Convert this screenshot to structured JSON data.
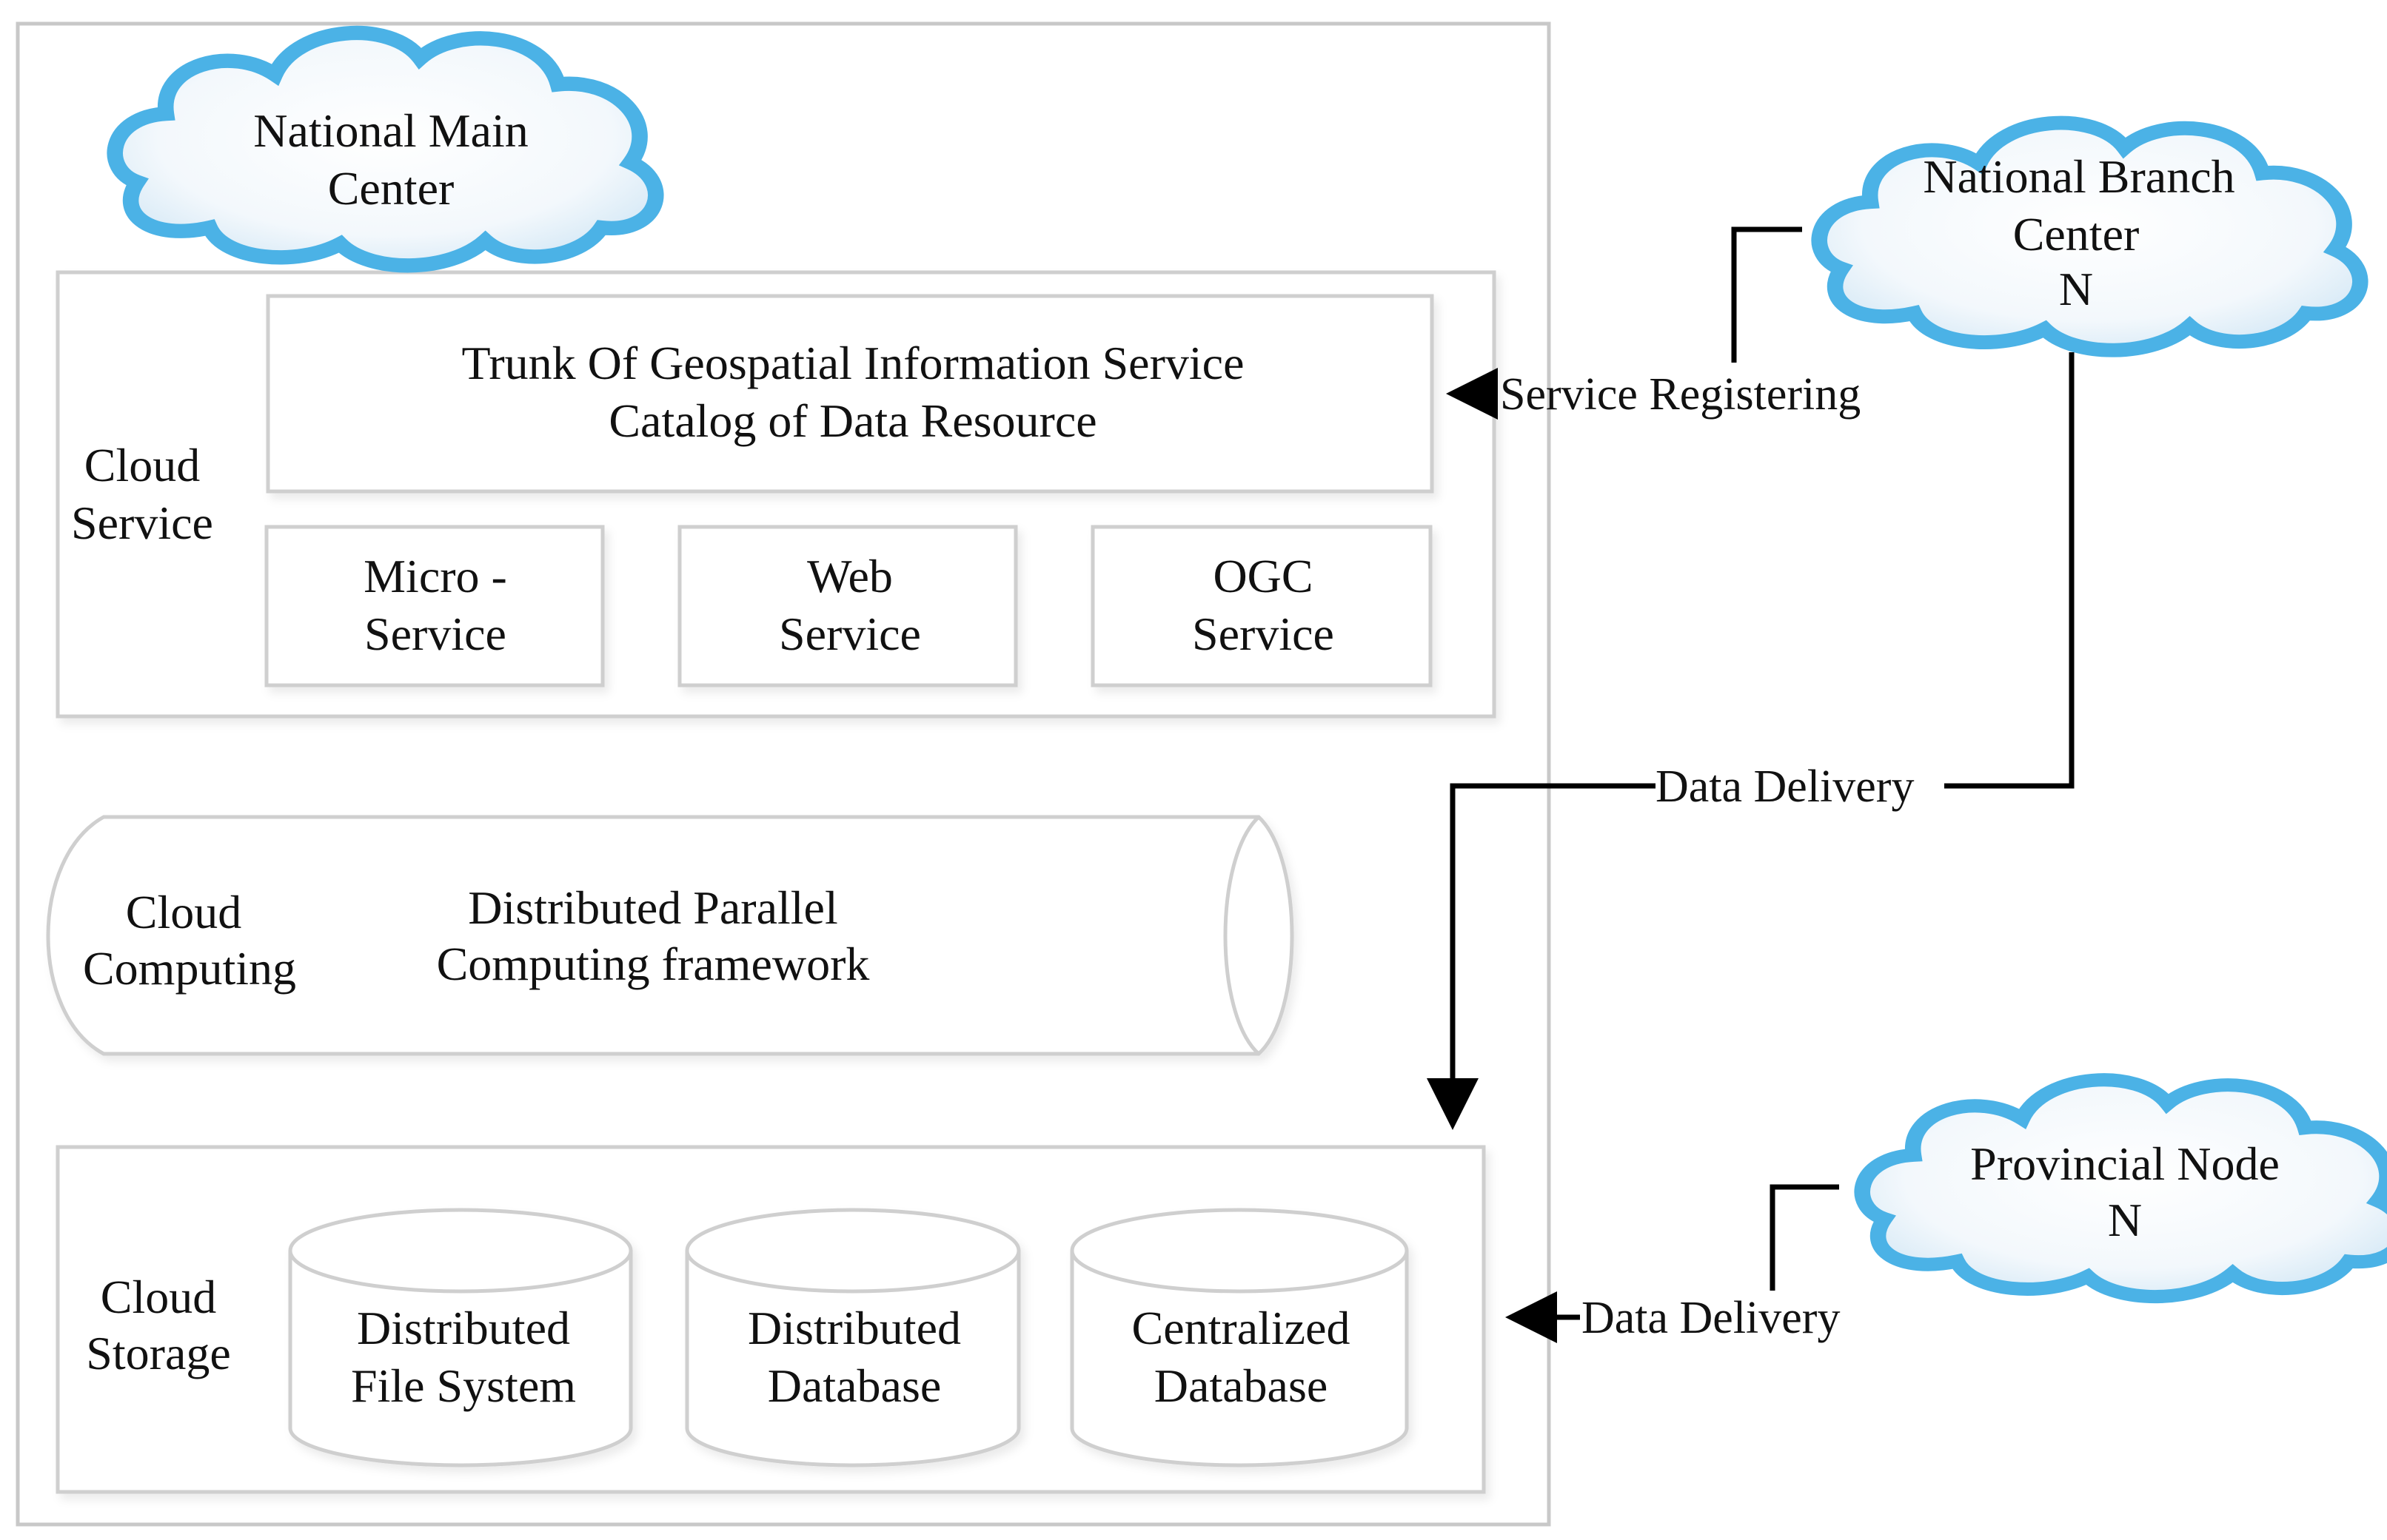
{
  "clouds": {
    "national_main": {
      "line1": "National Main",
      "line2": "Center"
    },
    "national_branch": {
      "line1": "National Branch",
      "line2": "Center",
      "line3": "N"
    },
    "provincial": {
      "line1": "Provincial Node",
      "line2": "N"
    }
  },
  "cloud_service": {
    "label_line1": "Cloud",
    "label_line2": "Service",
    "trunk_line1": "Trunk Of Geospatial Information Service",
    "trunk_line2": "Catalog of Data Resource",
    "services": [
      {
        "line1": "Micro -",
        "line2": "Service"
      },
      {
        "line1": "Web",
        "line2": "Service"
      },
      {
        "line1": "OGC",
        "line2": "Service"
      }
    ]
  },
  "cloud_computing": {
    "label_line1": "Cloud",
    "label_line2": "Computing",
    "framework_line1": "Distributed Parallel",
    "framework_line2": "Computing framework"
  },
  "cloud_storage": {
    "label_line1": "Cloud",
    "label_line2": "Storage",
    "stores": [
      {
        "line1": "Distributed",
        "line2": "File System"
      },
      {
        "line1": "Distributed",
        "line2": "Database"
      },
      {
        "line1": "Centralized",
        "line2": "Database"
      }
    ]
  },
  "edges": {
    "service_registering": "Service Registering",
    "data_delivery_branch": "Data Delivery",
    "data_delivery_provincial": "Data Delivery"
  },
  "colors": {
    "cloud_outline": "#4bb2e6",
    "cloud_fill": "#ffffff",
    "box_border": "#cfcfcf",
    "connector": "#000000"
  }
}
